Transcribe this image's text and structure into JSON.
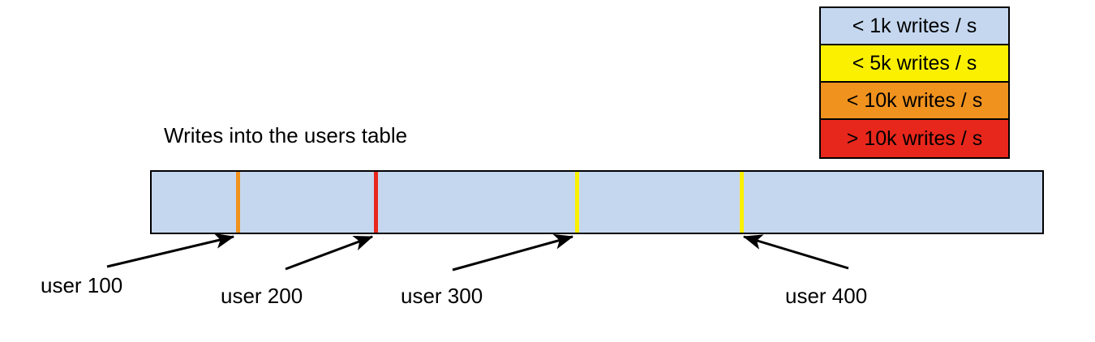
{
  "chart_data": {
    "type": "bar",
    "title": "Writes into the users table",
    "xlabel": "",
    "ylabel": "",
    "description": "Single horizontal range bar representing a users table keyspace, with colored vertical stripes marking hot rows at specific user boundaries.",
    "bar": {
      "fill_color": "#c5d7ef",
      "border_color": "#000000",
      "base_category": "< 1k writes / s"
    },
    "markers": [
      {
        "label": "user 100",
        "position_pct": 9.6,
        "color": "#F0921E",
        "category": "< 10k writes / s"
      },
      {
        "label": "user 200",
        "position_pct": 25.0,
        "color": "#E8271C",
        "category": "> 10k writes / s"
      },
      {
        "label": "user 300",
        "position_pct": 47.5,
        "color": "#FAF000",
        "category": "< 5k writes / s"
      },
      {
        "label": "user 400",
        "position_pct": 66.0,
        "color": "#FAF000",
        "category": "< 5k writes / s"
      }
    ],
    "legend": {
      "position": "top-right",
      "entries": [
        {
          "label": "< 1k writes / s",
          "color": "#c5d7ef"
        },
        {
          "label": "< 5k writes / s",
          "color": "#FAF000"
        },
        {
          "label": "< 10k writes / s",
          "color": "#F0921E"
        },
        {
          "label": "> 10k writes / s",
          "color": "#E8271C"
        }
      ]
    }
  },
  "diagram": {
    "title": "Writes into the users table",
    "callouts": [
      {
        "label": "user 100"
      },
      {
        "label": "user 200"
      },
      {
        "label": "user 300"
      },
      {
        "label": "user 400"
      }
    ],
    "legend_entries": [
      {
        "label": "< 1k writes / s"
      },
      {
        "label": "< 5k writes / s"
      },
      {
        "label": "< 10k writes / s"
      },
      {
        "label": "> 10k writes / s"
      }
    ]
  },
  "colors": {
    "bar_fill": "#c5d7ef",
    "low": "#c5d7ef",
    "medium": "#FAF000",
    "high": "#F0921E",
    "critical": "#E8271C",
    "outline": "#000000"
  }
}
